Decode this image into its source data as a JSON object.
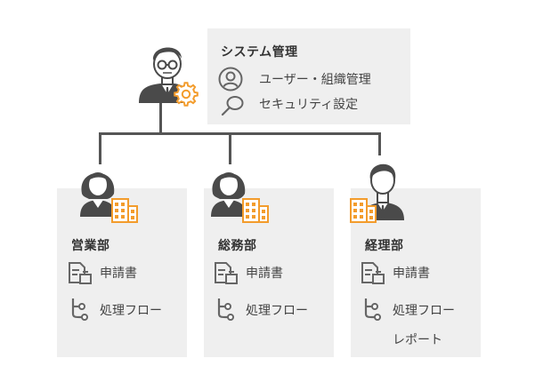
{
  "admin": {
    "title": "システム管理",
    "items": [
      "ユーザー・組織管理",
      "セキュリティ設定"
    ]
  },
  "departments": [
    {
      "name": "営業部",
      "items": [
        "申請書",
        "処理フロー"
      ]
    },
    {
      "name": "総務部",
      "items": [
        "申請書",
        "処理フロー"
      ]
    },
    {
      "name": "経理部",
      "items": [
        "申請書",
        "処理フロー",
        "レポート"
      ]
    }
  ],
  "colors": {
    "panel": "#efefef",
    "accent": "#f39c2c",
    "person": "#4a4a4a",
    "connector": "#555555"
  }
}
